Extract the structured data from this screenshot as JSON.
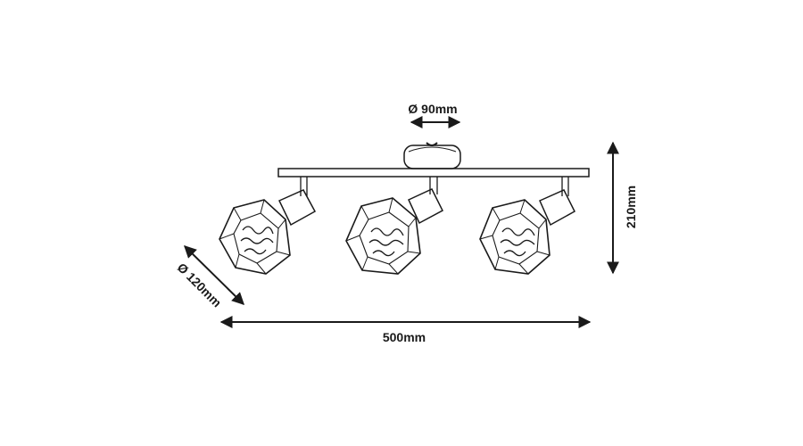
{
  "dimensions": {
    "canopy_diameter": "Ø 90mm",
    "shade_diameter": "Ø 120mm",
    "total_width": "500mm",
    "total_height": "210mm"
  },
  "colors": {
    "line": "#1a1a1a",
    "background": "#ffffff"
  },
  "spot_count": 3
}
